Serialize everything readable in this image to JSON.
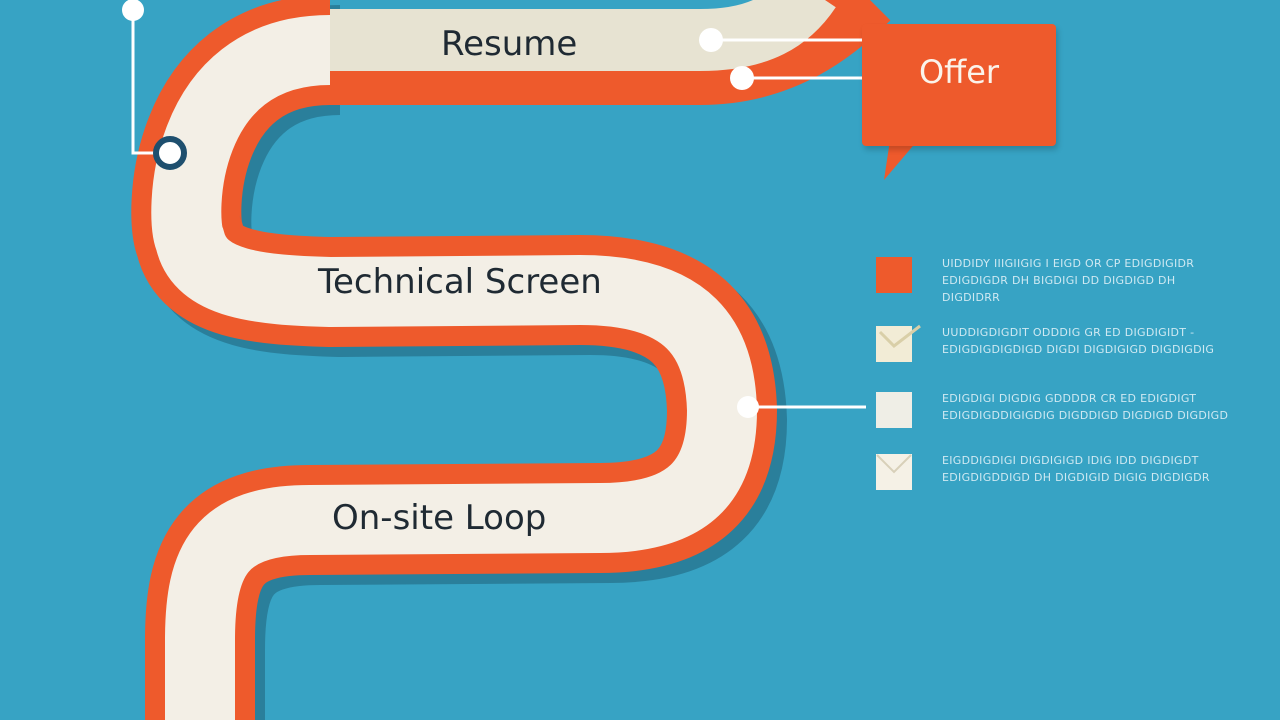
{
  "stages": {
    "resume": "Resume",
    "technical_screen": "Technical Screen",
    "onsite_loop": "On-site Loop",
    "offer": "Offer"
  },
  "legend": [
    {
      "swatch": "orange-square",
      "line1": "UIDDIDY IIIGIIGIG I EIGD OR CP EDIGDIGIDR",
      "line2": "EDIGDIGDR DH BIGDIGI DD DIGDIGD DH DIGDIDRR"
    },
    {
      "swatch": "check-envelope",
      "line1": "UUDDIGDIGDIT ODDDIG GR ED DIGDIGIDT -",
      "line2": "EDIGDIGDIGDIGD DIGDI DIGDIGIGD DIGDIGDIG"
    },
    {
      "swatch": "cream-square",
      "line1": "EDIGDIGI DIGDIG GDDDDR CR ED EDIGDIGT",
      "line2": "EDIGDIGDDIGIGDIG DIGDDIGD DIGDIGD DIGDIGD"
    },
    {
      "swatch": "envelope",
      "line1": "EIGDDIGDIGI DIGDIGIGD IDIG IDD DIGDIGDT",
      "line2": "EDIGDIGDDIGD DH DIGDIGID DIGIG DIGDIGDR"
    }
  ],
  "colors": {
    "background": "#37a3c4",
    "road_orange": "#ee5a2c",
    "road_cream": "#f3efe6",
    "resume_band": "#e7e3d2",
    "node_dark": "#1e4f6e"
  }
}
